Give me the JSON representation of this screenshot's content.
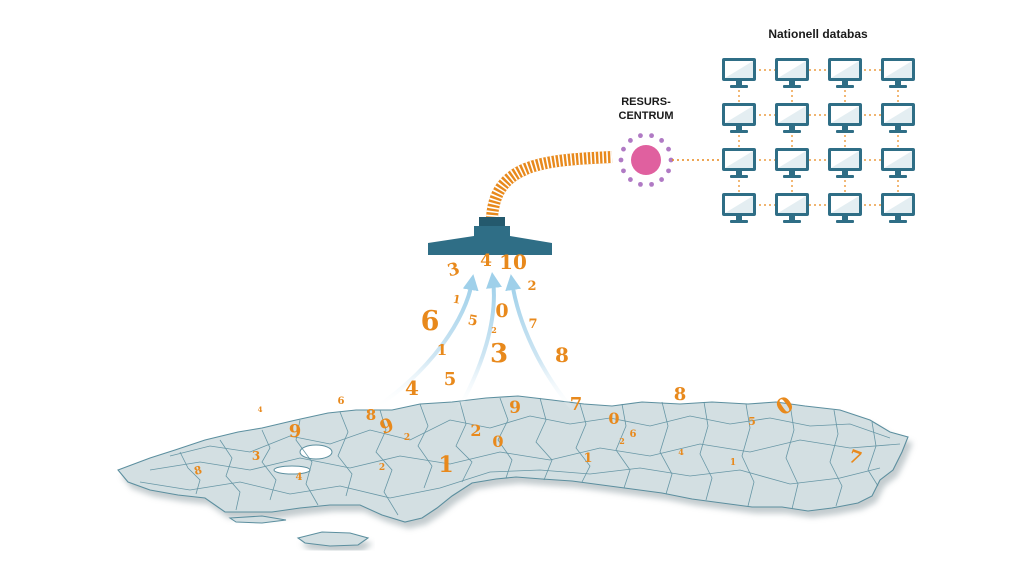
{
  "labels": {
    "database": "Nationell databas",
    "resource_line1": "RESURS-",
    "resource_line2": "CENTRUM"
  },
  "colors": {
    "orange": "#e8891c",
    "teal": "#2f6e86",
    "pink": "#e0609f",
    "purple_dots": "#b07ac4",
    "map_fill": "#d3dfe2",
    "map_border": "#5c8f9f",
    "arrow": "#b8dcef"
  },
  "icons": {
    "monitor": "monitor-icon",
    "resource_center": "resource-center-icon",
    "funnel": "funnel-icon",
    "cable": "cable-icon",
    "map": "sweden-map-icon"
  },
  "digits": [
    "4",
    "3",
    "10",
    "2",
    "1",
    "6",
    "5",
    "2",
    "0",
    "7",
    "1",
    "3",
    "8",
    "5",
    "4",
    "6",
    "8",
    "9",
    "7",
    "8",
    "0",
    "9",
    "5",
    "0",
    "2",
    "6",
    "4",
    "9",
    "2",
    "0",
    "1",
    "8",
    "3",
    "4",
    "2",
    "1",
    "4",
    "1",
    "2",
    "7"
  ],
  "monitor_grid": {
    "rows": 4,
    "cols": 4
  }
}
